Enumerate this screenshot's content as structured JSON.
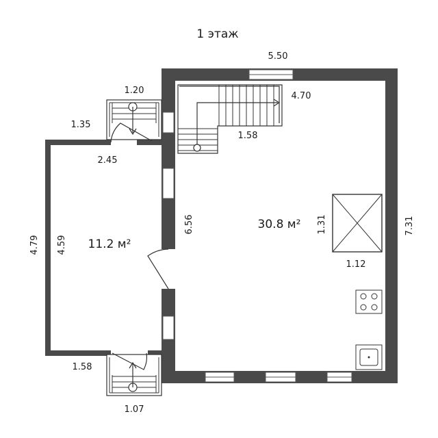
{
  "title": "1 этаж",
  "rooms": [
    {
      "area": "30.8 м²"
    },
    {
      "area": "11.2 м²"
    }
  ],
  "dimensions": {
    "top_width": "5.50",
    "stair_length": "4.70",
    "stair_landing": "1.58",
    "porch_top_width": "1.20",
    "porch_top_depth": "1.35",
    "vestibule_top": "2.45",
    "vestibule_outer_height": "4.79",
    "vestibule_inner_height": "4.59",
    "main_inner_height": "6.56",
    "main_outer_height": "7.31",
    "chimney_height": "1.31",
    "chimney_width": "1.12",
    "porch_bottom_depth": "1.58",
    "porch_bottom_width": "1.07"
  },
  "colors": {
    "wall": "#4a4a4a",
    "line": "#333333"
  }
}
